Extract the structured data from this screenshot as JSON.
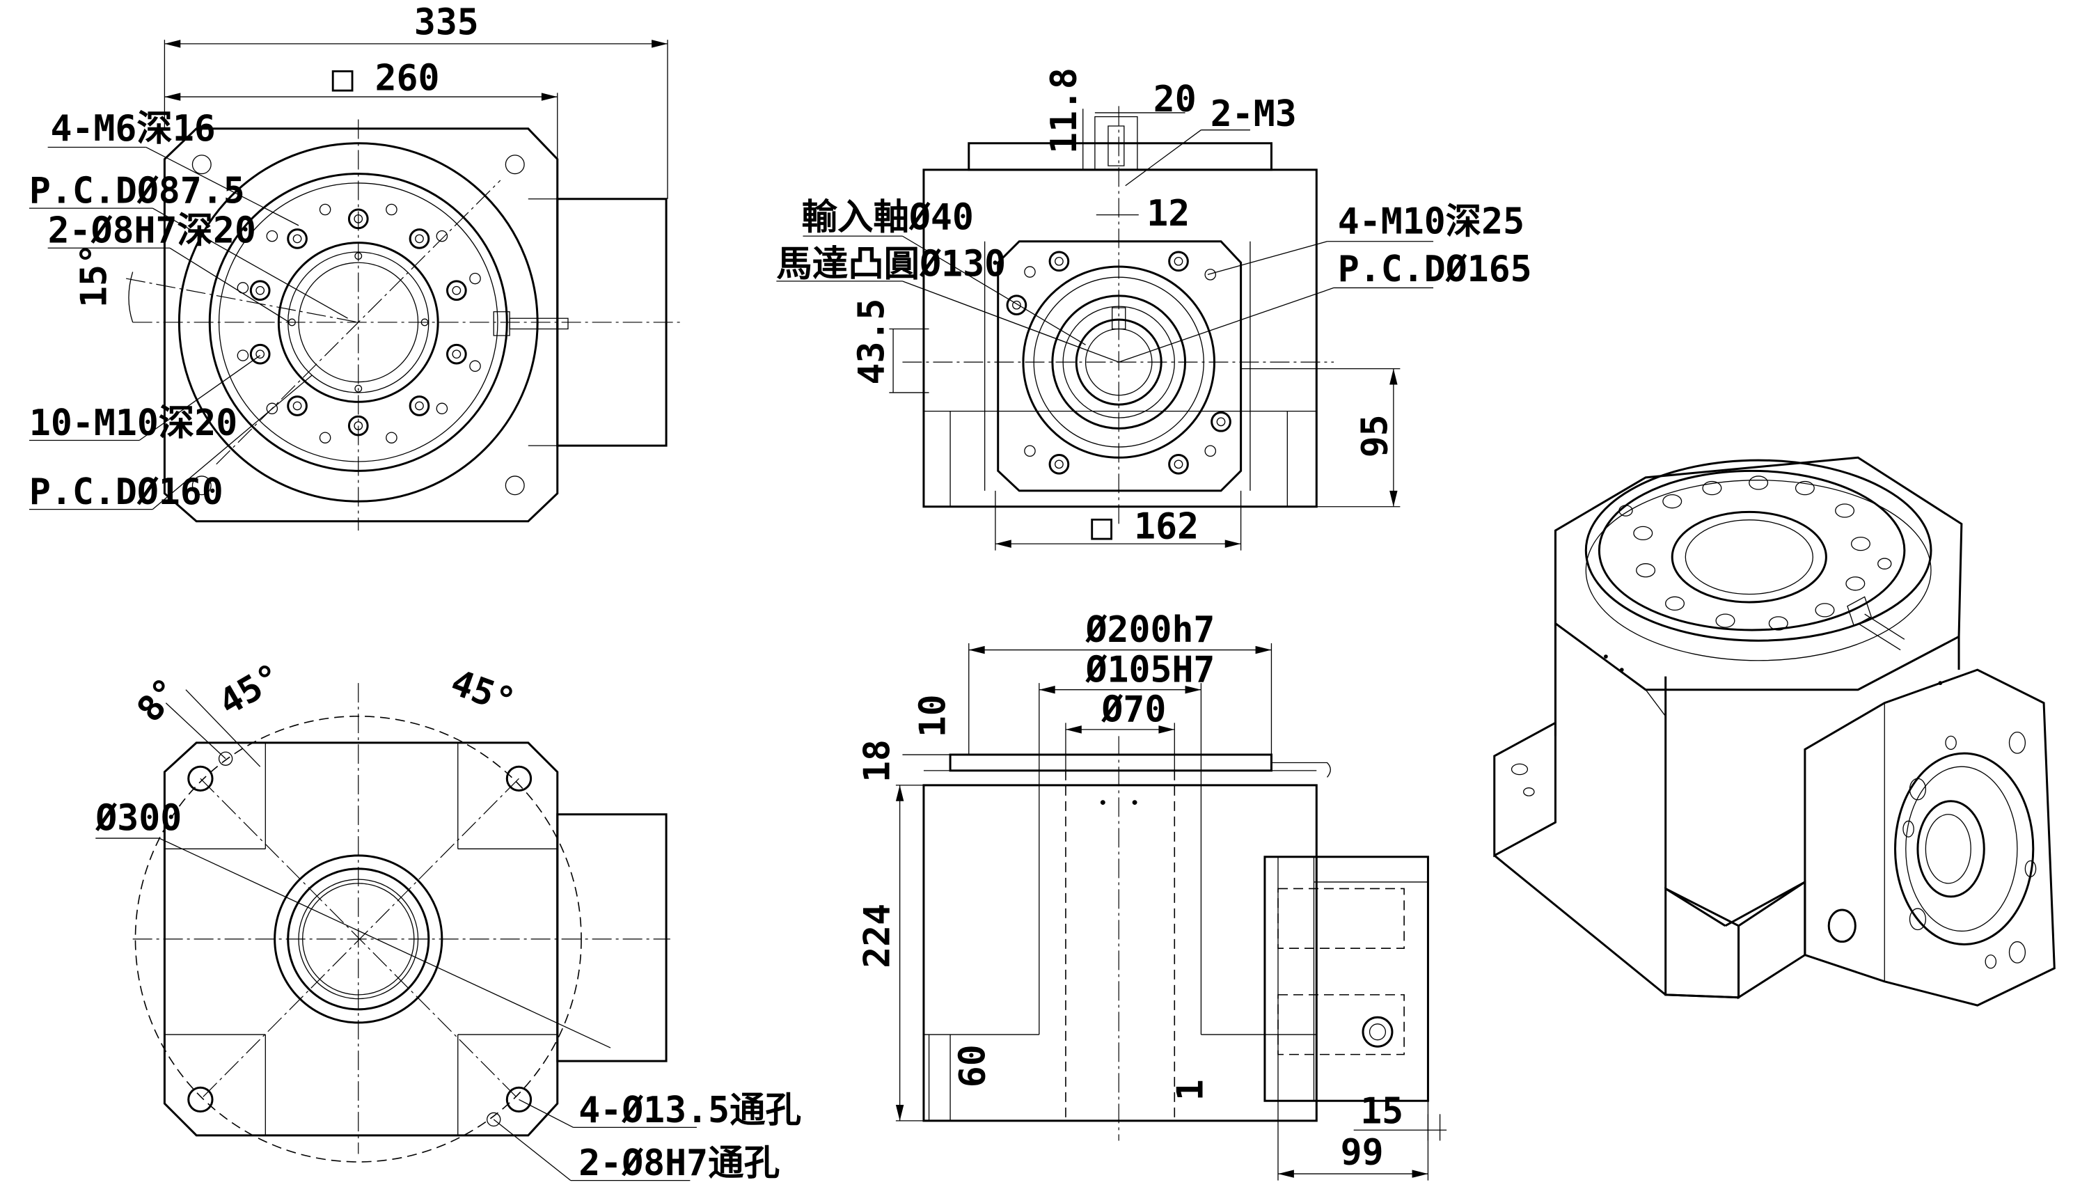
{
  "drawing": {
    "views": [
      "top-view",
      "front-input-view",
      "bottom-view",
      "side-section-view",
      "isometric-view"
    ]
  },
  "top_view": {
    "dim_overall_width": "335",
    "dim_square": "□ 260",
    "label_m6": "4-M6深16",
    "label_pcd87": "P.C.DØ87.5",
    "label_pin8": "2-Ø8H7深20",
    "label_angle": "15°",
    "label_m10": "10-M10深20",
    "label_pcd160": "P.C.DØ160"
  },
  "front_view": {
    "dim_20": "20",
    "dim_11_8": "11.8",
    "label_m3": "2-M3",
    "dim_12": "12",
    "label_input_shaft": "輸入軸Ø40",
    "label_motor_boss": "馬達凸圓Ø130",
    "label_m10_25": "4-M10深25",
    "label_pcd165": "P.C.DØ165",
    "dim_43_5": "43.5",
    "dim_95": "95",
    "dim_square_162": "□ 162"
  },
  "bottom_view": {
    "angle_8": "8°",
    "angle_45_a": "45°",
    "angle_45_b": "45°",
    "label_dia300": "Ø300",
    "label_thru_13_5": "4-Ø13.5通孔",
    "label_pin_thru": "2-Ø8H7通孔"
  },
  "side_view": {
    "dim_200": "Ø200h7",
    "dim_105": "Ø105H7",
    "dim_70": "Ø70",
    "dim_10": "10",
    "dim_18": "18",
    "dim_224": "224",
    "dim_60": "60",
    "dim_1": "1",
    "dim_15": "15",
    "dim_99": "99"
  }
}
